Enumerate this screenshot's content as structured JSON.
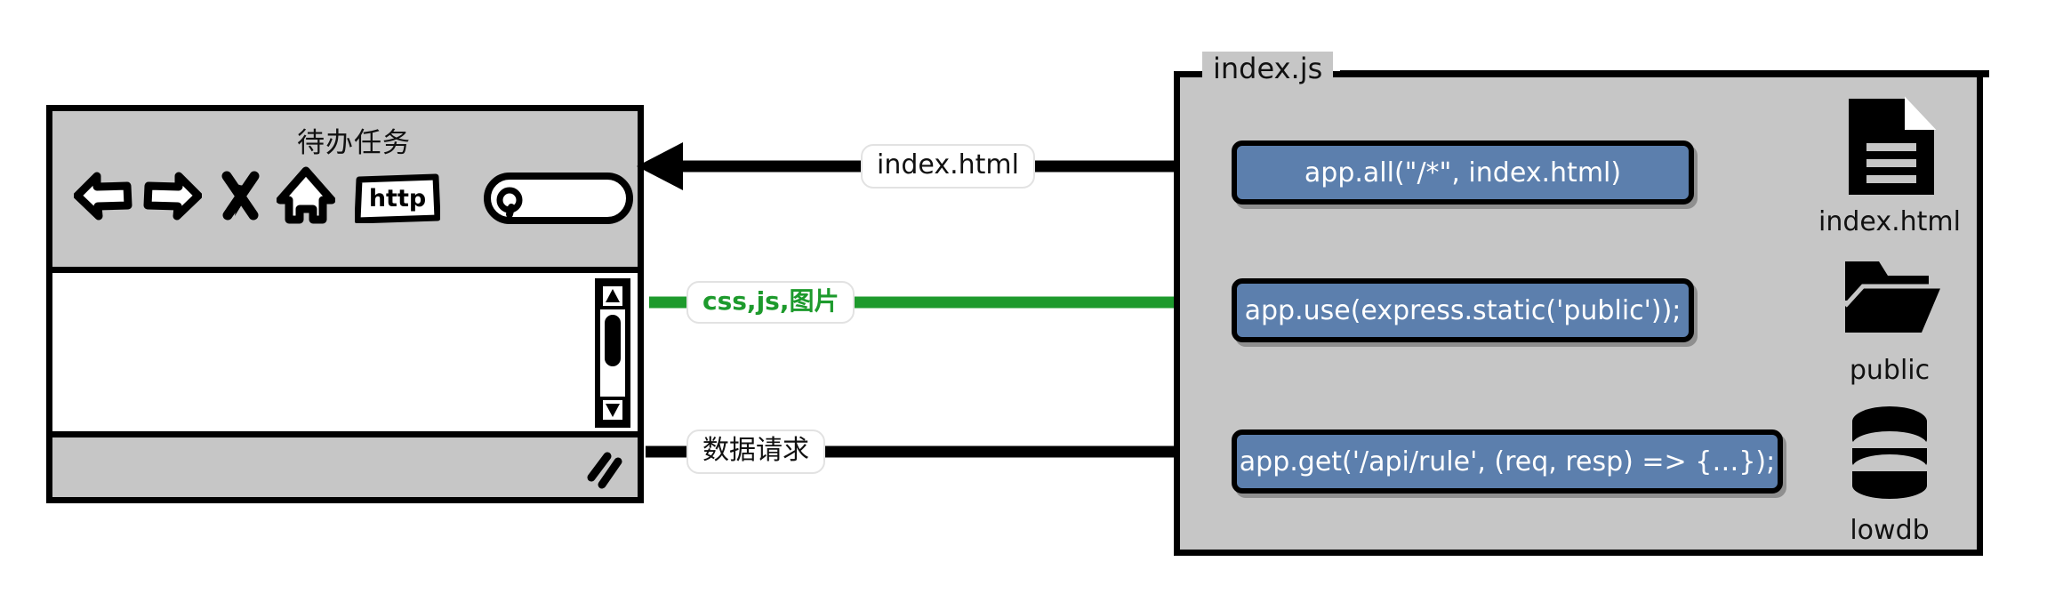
{
  "browser": {
    "title": "待办任务",
    "toolbar": {
      "back": "back-arrow",
      "forward": "forward-arrow",
      "stop": "stop-x",
      "home": "home",
      "address_value": "http",
      "search_placeholder": ""
    },
    "scrollbar": {
      "up": "scroll-up",
      "down": "scroll-down"
    }
  },
  "edges": [
    {
      "id": "e1",
      "label": "index.html",
      "color": "#000000",
      "direction": "both"
    },
    {
      "id": "e2",
      "label": "css,js,图片",
      "color": "#1d9a2c",
      "direction": "right"
    },
    {
      "id": "e3",
      "label": "数据请求",
      "color": "#000000",
      "direction": "right"
    }
  ],
  "panel": {
    "title": "index.js",
    "code_boxes": [
      {
        "text": "app.all(\"/*\", index.html)"
      },
      {
        "text": "app.use(express.static('public'));"
      },
      {
        "text": "app.get('/api/rule', (req, resp) => {…});"
      }
    ],
    "assets": [
      {
        "icon": "document-icon",
        "label": "index.html"
      },
      {
        "icon": "folder-icon",
        "label": "public"
      },
      {
        "icon": "database-icon",
        "label": "lowdb"
      }
    ]
  },
  "colors": {
    "code_box_fill": "#5c7fad",
    "chrome_gray": "#c6c6c6",
    "accent_green": "#1d9a2c",
    "outline": "#000000"
  }
}
